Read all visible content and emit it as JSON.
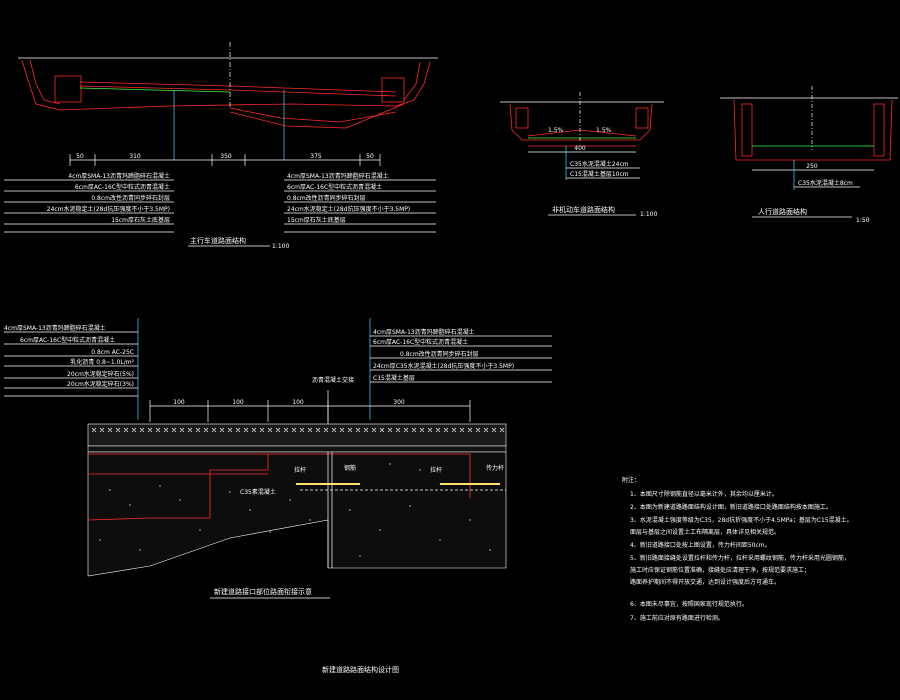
{
  "main_section": {
    "dims": [
      "50",
      "310",
      "350",
      "375",
      "50"
    ],
    "layers_left": [
      "4cm厚SMA-13沥青玛蹄脂碎石混凝土",
      "6cm厚AC-16C型中粒式沥青混凝土",
      "0.8cm改性沥青同步碎石封层",
      "24cm水泥稳定土(28d抗压强度不小于3.5MP)",
      "15cm厚石灰土底基层"
    ],
    "layers_right": [
      "4cm厚SMA-13沥青玛蹄脂碎石混凝土",
      "6cm厚AC-16C型中粒式沥青混凝土",
      "0.8cm改性沥青同步碎石封层",
      "24cm水泥稳定土(28d抗压强度不小于3.5MP)",
      "15cm厚石灰土底基层"
    ],
    "title": "主行车道路面结构",
    "scale": "1:100"
  },
  "bike_section": {
    "slope_left": "1.5%",
    "slope_right": "1.5%",
    "dim": "400",
    "layers": [
      "C35水泥混凝土24cm",
      "C15混凝土基层10cm"
    ],
    "title": "非机动车道路面结构",
    "scale": "1:100"
  },
  "walk_section": {
    "dim": "250",
    "layers": [
      "C35水泥混凝土8cm"
    ],
    "title": "人行道路面结构",
    "scale": "1:50"
  },
  "detail": {
    "layers_left": [
      "4cm厚SMA-13沥青玛蹄脂碎石混凝土",
      "6cm厚AC-16C型中粒式沥青混凝土",
      "0.8cm AC-25C",
      "乳化沥青 0.8~1.0L/m²",
      "20cm水泥稳定碎石(5%)",
      "20cm水泥稳定碎石(3%)"
    ],
    "layers_right": [
      "4cm厚SMA-13沥青玛蹄脂碎石混凝土",
      "6cm厚AC-16C型中粒式沥青混凝土",
      "0.8cm改性沥青同步碎石封层",
      "24cm厚C35水泥混凝土(28d抗压强度不小于3.5MP)",
      "C15混凝土基层"
    ],
    "dims": [
      "100",
      "100",
      "100",
      "300"
    ],
    "label_joint": "沥青混凝土交接",
    "label_fill": "C35素混凝土",
    "label_dowel_l": "拉杆",
    "label_dowel_r": "拉杆",
    "label_tie": "传力杆",
    "label_seal": "钢筋",
    "title": "新建道路接口部位路面衔接示意",
    "bottom_title": "新建道路路面结构设计图"
  },
  "notes": {
    "heading": "附注：",
    "items": [
      "1、本图尺寸除钢筋直径以毫米计外，其余均以厘米计。",
      "2、本图为新建道路路面结构设计图，新旧道路接口处路面结构按本图施工。",
      "3、水泥混凝土强度等级为C35，28d抗折强度不小于4.5MPa；基层为C15混凝土。",
      "   面层与基层之间设置土工布隔离层，具体详见相关规范。",
      "4、新旧道路接口处按上图设置，传力杆间距50cm。",
      "5、新旧路面接缝处设置拉杆和传力杆，拉杆采用螺纹钢筋，传力杆采用光圆钢筋，",
      "   施工时应保证钢筋位置准确，接缝处应清理干净，按规范要求施工；",
      "   路面养护期间不得开放交通，达到设计强度后方可通车。",
      "6、本图未尽事宜，按照国家现行规范执行。",
      "7、施工前应对原有路面进行检测。"
    ]
  }
}
